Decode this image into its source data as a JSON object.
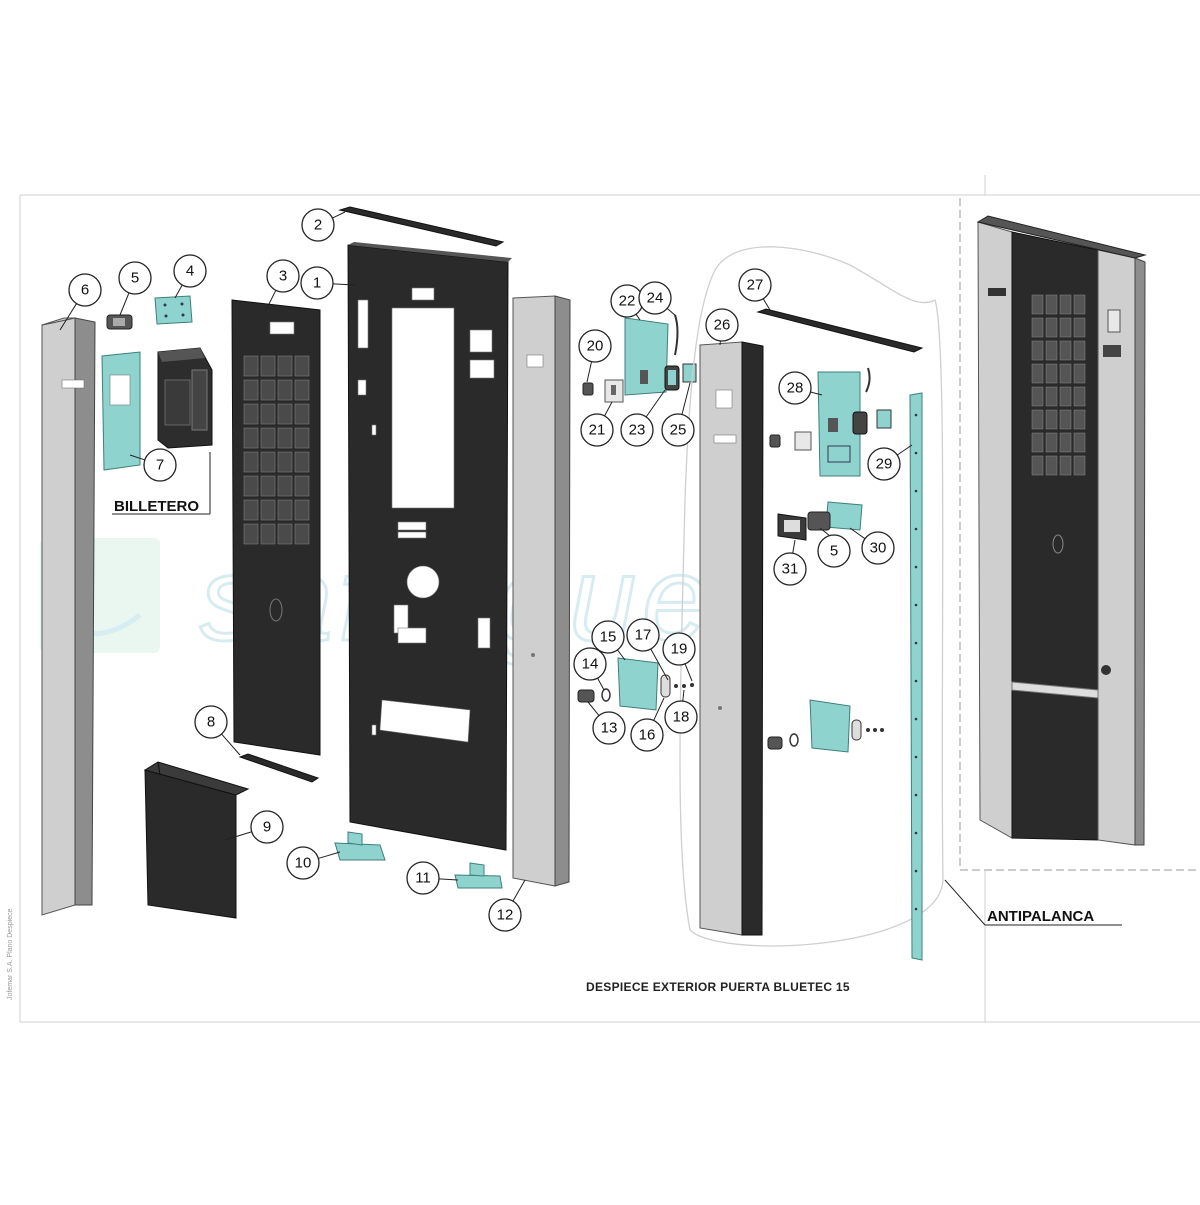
{
  "title": "DESPIECE EXTERIOR PUERTA BLUETEC 15",
  "labels": {
    "billetero": "BILLETERO",
    "antipalanca": "ANTIPALANCA"
  },
  "watermark": "saferguer",
  "side_note": "Jofemar S.A. Plano Despiece",
  "parts": [
    {
      "ref": "1",
      "name": "door-frame-panel"
    },
    {
      "ref": "2",
      "name": "top-cover-bar"
    },
    {
      "ref": "3",
      "name": "front-window-panel"
    },
    {
      "ref": "4",
      "name": "mounting-plate"
    },
    {
      "ref": "5",
      "name": "small-bezel"
    },
    {
      "ref": "6",
      "name": "left-side-profile"
    },
    {
      "ref": "7",
      "name": "bill-acceptor-bracket"
    },
    {
      "ref": "8",
      "name": "lower-rail"
    },
    {
      "ref": "9",
      "name": "bottom-box-cover"
    },
    {
      "ref": "10",
      "name": "left-foot-bracket"
    },
    {
      "ref": "11",
      "name": "right-foot-bracket"
    },
    {
      "ref": "12",
      "name": "right-side-profile"
    },
    {
      "ref": "13",
      "name": "lock-cylinder"
    },
    {
      "ref": "14",
      "name": "washer"
    },
    {
      "ref": "15",
      "name": "lock-plate"
    },
    {
      "ref": "16",
      "name": "lock-cam"
    },
    {
      "ref": "17",
      "name": "nut"
    },
    {
      "ref": "18",
      "name": "screw"
    },
    {
      "ref": "19",
      "name": "small-washer"
    },
    {
      "ref": "20",
      "name": "button-knob"
    },
    {
      "ref": "21",
      "name": "coin-insert-bezel"
    },
    {
      "ref": "22",
      "name": "coin-mech-plate"
    },
    {
      "ref": "23",
      "name": "coin-return-lever"
    },
    {
      "ref": "24",
      "name": "spring"
    },
    {
      "ref": "25",
      "name": "clip"
    },
    {
      "ref": "26",
      "name": "antipalanca-right-profile"
    },
    {
      "ref": "27",
      "name": "antipalanca-top-bar"
    },
    {
      "ref": "28",
      "name": "antipalanca-coin-plate"
    },
    {
      "ref": "29",
      "name": "antipalanca-strip"
    },
    {
      "ref": "30",
      "name": "antipalanca-bracket"
    },
    {
      "ref": "31",
      "name": "antipalanca-bezel-frame"
    }
  ],
  "colors": {
    "dark_panel": "#2a2a2a",
    "grey_profile": "#cfcfcf",
    "teal_parts": "#8fd3cf",
    "watermark": "#cfe9ef"
  }
}
